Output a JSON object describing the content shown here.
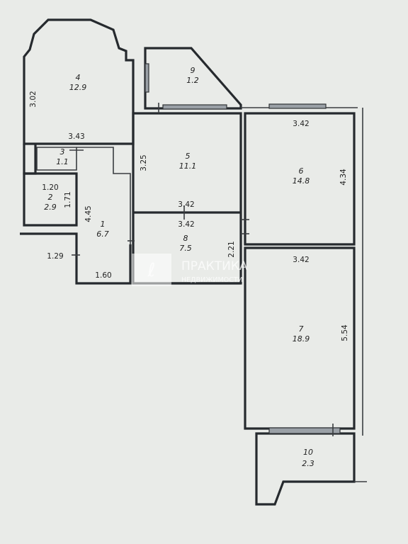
{
  "rooms": [
    {
      "number": "1",
      "area": "6.7"
    },
    {
      "number": "2",
      "area": "2.9"
    },
    {
      "number": "3",
      "area": "1.1"
    },
    {
      "number": "4",
      "area": "12.9"
    },
    {
      "number": "5",
      "area": "11.1"
    },
    {
      "number": "6",
      "area": "14.8"
    },
    {
      "number": "7",
      "area": "18.9"
    },
    {
      "number": "8",
      "area": "7.5"
    },
    {
      "number": "9",
      "area": "1.2"
    },
    {
      "number": "10",
      "area": "2.3"
    }
  ],
  "dimensions": {
    "room4_height": "3.02",
    "room4_width": "3.43",
    "room5_height": "3.25",
    "room5_width": "3.42",
    "room6_top_width": "3.42",
    "room6_height": "4.34",
    "room8_width": "3.42",
    "room8_height": "2.21",
    "room7_width": "3.42",
    "room7_height": "5.54",
    "room1_height": "4.45",
    "room1_width": "1.60",
    "room2_width": "1.20",
    "room2_height": "1.71",
    "entry_width": "1.29"
  },
  "watermark": {
    "brand": "ПРАКТИКА",
    "subtitle": "НЕДВИЖИМОСТИ"
  }
}
